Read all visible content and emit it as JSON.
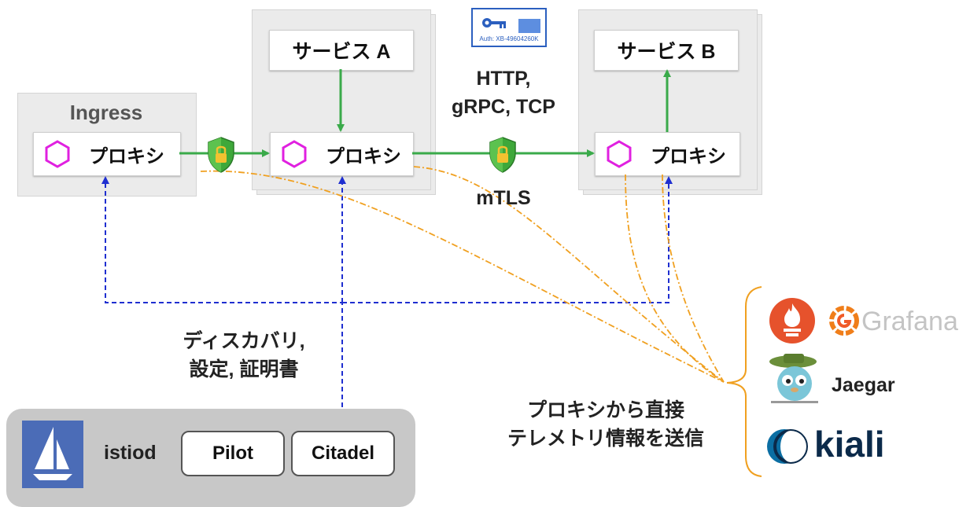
{
  "ingress": {
    "title": "Ingress",
    "proxy_label": "プロキシ"
  },
  "service_a": {
    "title": "サービス A",
    "proxy_label": "プロキシ"
  },
  "service_b": {
    "title": "サービス B",
    "proxy_label": "プロキシ"
  },
  "protocols": {
    "line1": "HTTP,",
    "line2": "gRPC, TCP"
  },
  "mtls_label": "mTLS",
  "cert_text": "Auth: XB-49604260K",
  "discovery": {
    "line1": "ディスカバリ,",
    "line2": "設定, 証明書"
  },
  "telemetry": {
    "line1": "プロキシから直接",
    "line2": "テレメトリ情報を送信"
  },
  "istiod": {
    "label": "istiod",
    "components": [
      "Pilot",
      "Citadel"
    ]
  },
  "tools": {
    "grafana": "Grafana",
    "jaeger": "Jaegar",
    "kiali": "kiali"
  },
  "colors": {
    "traffic_arrow": "#3aaa4a",
    "control_line": "#1f2fd0",
    "telemetry_line": "#f0a020",
    "proxy_hex": "#e020e0",
    "istio_blue": "#4b6cb7",
    "brace": "#f0a020"
  }
}
